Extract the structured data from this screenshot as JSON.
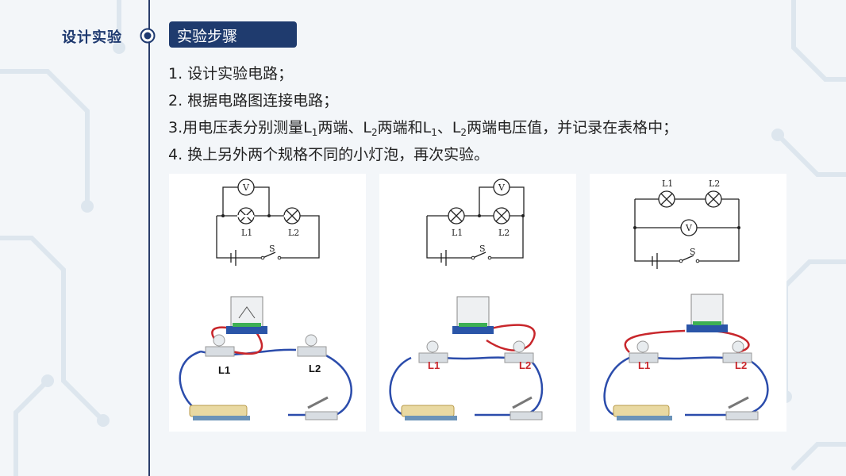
{
  "header": {
    "section_title": "设计实验",
    "badge": "实验步骤"
  },
  "steps": [
    {
      "text": "1. 设计实验电路；"
    },
    {
      "text": "2. 根据电路图连接电路；"
    },
    {
      "prefix": "3.用电压表分别测量L",
      "s1": "1",
      "mid1": "两端、L",
      "s2": "2",
      "mid2": "两端和L",
      "s3": "1",
      "mid3": "、L",
      "s4": "2",
      "suffix": "两端电压值，并记录在表格中；"
    },
    {
      "text": "4. 换上另外两个规格不同的小灯泡，再次实验。"
    }
  ],
  "diagrams": [
    {
      "voltmeter": "V",
      "lamp1": "L1",
      "lamp2": "L2",
      "switch": "S",
      "photo_lamp1": "L1",
      "photo_lamp2": "L2"
    },
    {
      "voltmeter": "V",
      "lamp1": "L1",
      "lamp2": "L2",
      "switch": "S",
      "photo_lamp1": "L1",
      "photo_lamp2": "L2"
    },
    {
      "voltmeter": "V",
      "lamp1": "L1",
      "lamp2": "L2",
      "switch": "S",
      "photo_lamp1": "L1",
      "photo_lamp2": "L2"
    }
  ]
}
